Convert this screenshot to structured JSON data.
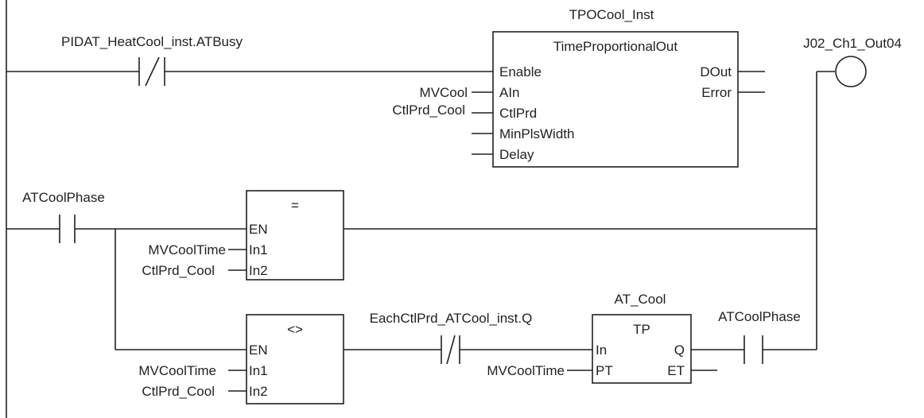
{
  "rung1": {
    "contact_label": "PIDAT_HeatCool_inst.ATBusy",
    "fb_instance": "TPOCool_Inst",
    "fb_type": "TimeProportionalOut",
    "in_enable": "Enable",
    "in_ain": "AIn",
    "in_ctlprd": "CtlPrd",
    "in_minpls": "MinPlsWidth",
    "in_delay": "Delay",
    "out_dout": "DOut",
    "out_error": "Error",
    "var_mvcool": "MVCool",
    "var_ctlprd": "CtlPrd_Cool",
    "coil_label": "J02_Ch1_Out04"
  },
  "rung2": {
    "contact_label": "ATCoolPhase",
    "eq_title": "=",
    "eq_en": "EN",
    "eq_in1": "In1",
    "eq_in2": "In2",
    "eq_var1": "MVCoolTime",
    "eq_var2": "CtlPrd_Cool"
  },
  "rung3": {
    "ne_title": "<>",
    "ne_en": "EN",
    "ne_in1": "In1",
    "ne_in2": "In2",
    "ne_var1": "MVCoolTime",
    "ne_var2": "CtlPrd_Cool",
    "contact_label": "EachCtlPrd_ATCool_inst.Q",
    "tp_instance": "AT_Cool",
    "tp_type": "TP",
    "tp_in": "In",
    "tp_pt": "PT",
    "tp_q": "Q",
    "tp_et": "ET",
    "tp_pt_var": "MVCoolTime",
    "contact2_label": "ATCoolPhase"
  }
}
